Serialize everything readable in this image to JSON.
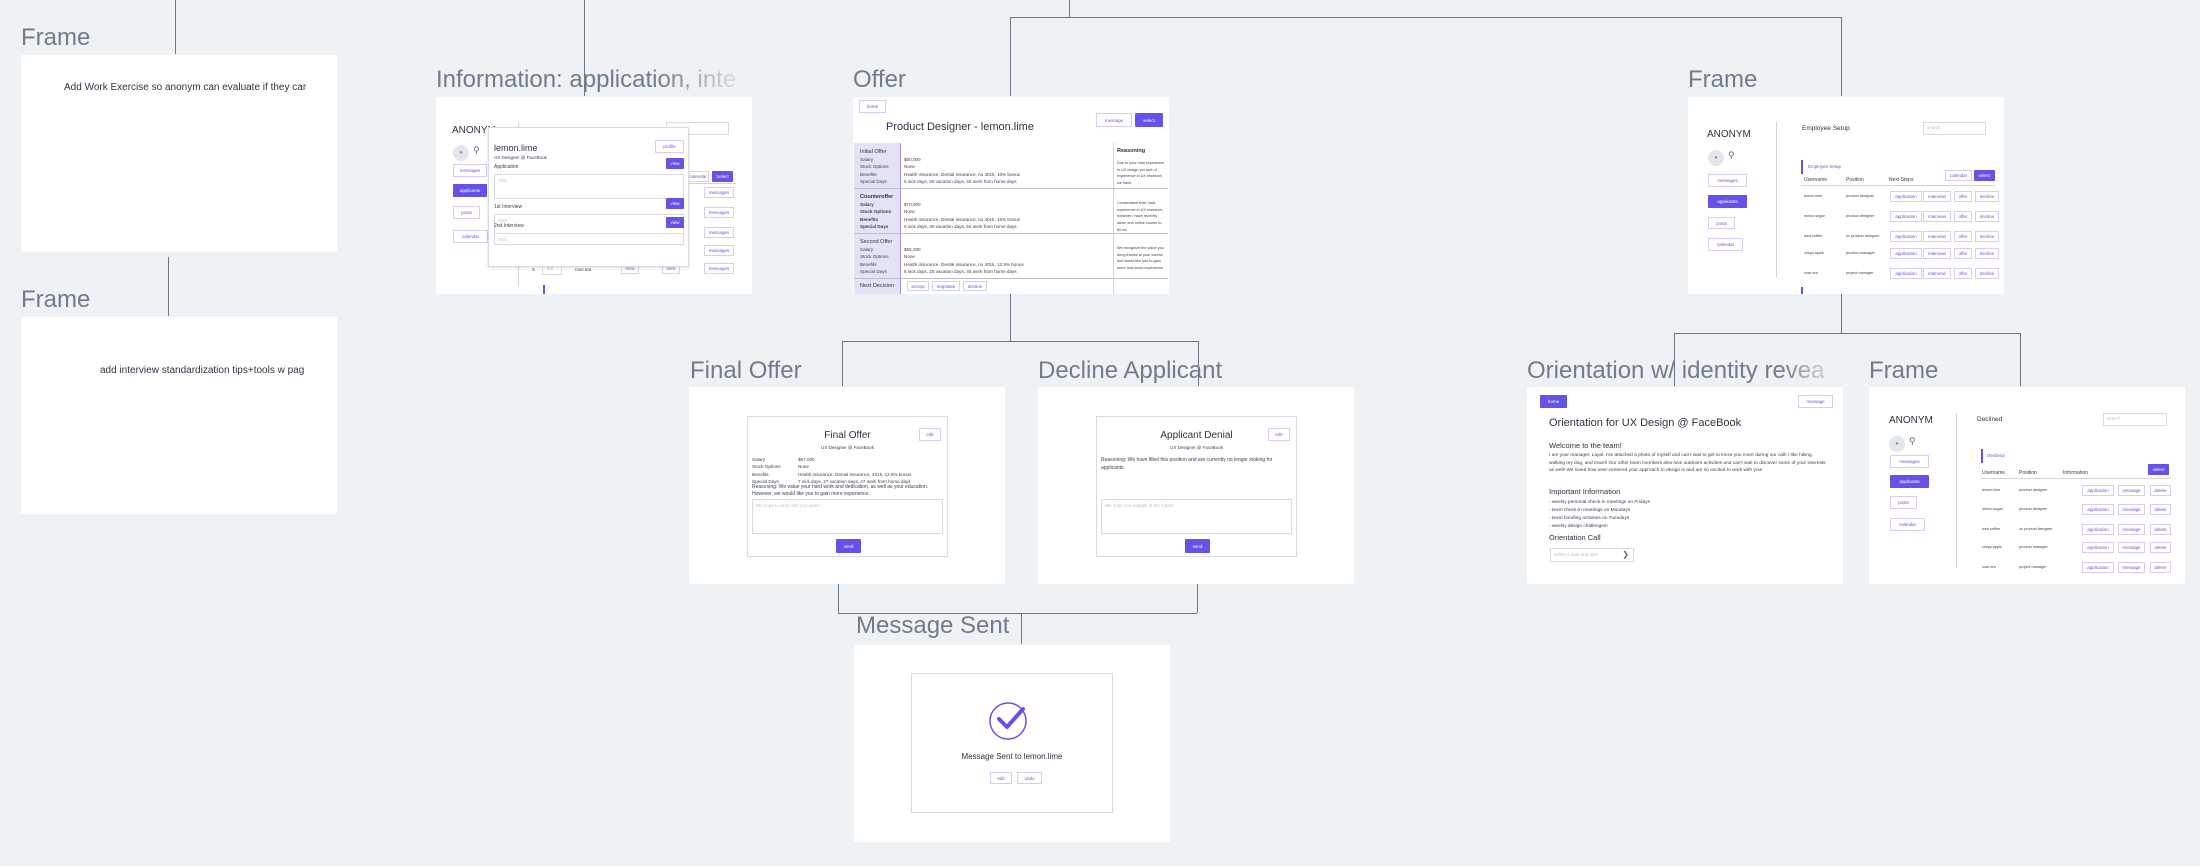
{
  "colors": {
    "accent": "#6453e6",
    "canvas": "#eff2f5",
    "frame_label": "#6e7c8c",
    "connector": "#6b7787"
  },
  "notes": [
    {
      "label": "Frame",
      "text": "Add Work Exercise so anonym can evaluate if they car"
    },
    {
      "label": "Frame",
      "text": "add interview standardization tips+tools w pag"
    }
  ],
  "info": {
    "label": "Information: application, inte",
    "brand": "ANONYM",
    "nav": [
      "messages",
      "applicants",
      "posts",
      "calendar"
    ],
    "calendar_btn": "calendar",
    "select_btn": "Select",
    "row_btn": "messages",
    "last_row": {
      "rank": "3",
      "score": "8.8",
      "user": "rose.tea",
      "link1": "here",
      "link2": "here"
    },
    "popup": {
      "name": "lemon.lime",
      "subtitle": "UX Designer @ FaceBook",
      "profile_btn": "profile",
      "sections": [
        {
          "label": "Application",
          "view": "view",
          "placeholder": "XXX"
        },
        {
          "label": "1st Interview",
          "view": "view",
          "placeholder": "XXX"
        },
        {
          "label": "2nd Interview",
          "view": "view",
          "placeholder": "XXX"
        }
      ]
    }
  },
  "offer": {
    "label": "Offer",
    "home_btn": "home",
    "message_btn": "message",
    "select_btn": "select",
    "title": "Product Designer - lemon.lime",
    "reasoning_title": "Reasoning",
    "field_labels": [
      "Salary",
      "Stock Options",
      "Benefits",
      "Special Days"
    ],
    "rows": [
      {
        "title": "Initial Offer",
        "values": [
          "$60,000",
          "None",
          "Health insurance, Dental insurance, no 401k, 10% bonus",
          "5 sick days, 20 vacation days, 40 work from home days"
        ],
        "reasoning": "Due to your vast experience in UX design yet lack of experience in UX research, we have"
      },
      {
        "title": "Counteroffer",
        "values": [
          "$70,000",
          "None",
          "Health insurance, Dental insurance, no 401k, 15% bonus",
          "5 sick days, 30 vacation days, 50 work from home days"
        ],
        "reasoning": "I understand that I lack experience in UX research, however I have recently taken and online course to fill my"
      },
      {
        "title": "Second Offer",
        "values": [
          "$65,000",
          "None",
          "Health insurance, Dental insurance, no 401k, 12.5% bonus",
          "5 sick days, 25 vacation days, 45 work from home days"
        ],
        "reasoning": "We recognize the value you bring thanks to your course and would like you to gain more real-world experience"
      }
    ],
    "next_decision": "Next Decision",
    "decisions": [
      "accept",
      "negotiate",
      "decline"
    ]
  },
  "employee_setup": {
    "label": "Frame",
    "brand": "ANONYM",
    "nav": [
      "messages",
      "applicants",
      "posts",
      "calendar"
    ],
    "title": "Employee Setup",
    "search_placeholder": "search",
    "section": "Employee Setup",
    "calendar_btn": "calendar",
    "select_btn": "select",
    "columns": [
      "Username",
      "Position",
      "Next Steps"
    ],
    "actions": [
      "application",
      "interview",
      "offer",
      "decline"
    ],
    "rows": [
      {
        "user": "lemon.lime",
        "position": "product designer"
      },
      {
        "user": "melon.sugar",
        "position": "product designer"
      },
      {
        "user": "iced.coffee",
        "position": "ux product designer"
      },
      {
        "user": "crispy.apple",
        "position": "product manager"
      },
      {
        "user": "rose.tea",
        "position": "project manager"
      }
    ]
  },
  "final_offer": {
    "label": "Final Offer",
    "title": "Final Offer",
    "subtitle": "UX Designer @ FaceBook",
    "edit_btn": "edit",
    "fields": [
      {
        "k": "Salary",
        "v": "$67,000"
      },
      {
        "k": "Stock Options",
        "v": "None"
      },
      {
        "k": "Benefits",
        "v": "Health insurance, Dental insurance, 401k, 12.5% bonus"
      },
      {
        "k": "Special Days",
        "v": "7 sick days, 27 vacation days, 47 work from home days"
      }
    ],
    "reasoning": "Reasoning: We value your hard work and dedication, as well as your education. However, we would like you to gain more experience.",
    "placeholder": "We hope to work with you soon!",
    "send_btn": "send"
  },
  "decline": {
    "label": "Decline Applicant",
    "title": "Applicant Denial",
    "subtitle": "UX Designer @ FaceBook",
    "edit_btn": "edit",
    "reasoning": "Reasoning: We have filled this position and are currently no longer looking for applicants.",
    "placeholder": "We hope you reapply in the future!",
    "send_btn": "send"
  },
  "orientation": {
    "label": "Orientation w/ identity revea",
    "home_btn": "home",
    "message_btn": "message",
    "title": "Orientation for UX Design @ FaceBook",
    "welcome": "Welcome to the team!",
    "welcome_text": "I am your manager, Layal. I've attached a photo of myself and can't wait to get to know you more during our call! I like hiking, walking my dog, and travel! Our other team members also love outdoors activities and can't wait to discover some of your interests as well! We loved how user-centered your approach to design is and are so excited to work with you!",
    "info_title": "Important Information",
    "info_items": [
      "- weekly personal check-in meetings on Fridays",
      "- team check-in meetings on Mondays",
      "- team bonding activities on Tuesdays",
      "- weekly design challenges!"
    ],
    "call_title": "Orientation Call",
    "call_placeholder": "select a date and time"
  },
  "declined": {
    "label": "Frame",
    "brand": "ANONYM",
    "nav": [
      "messages",
      "applicants",
      "posts",
      "calendar"
    ],
    "title": "Declined",
    "search_placeholder": "search",
    "section": "Declined",
    "select_btn": "select",
    "columns": [
      "Username",
      "Position",
      "Information"
    ],
    "actions": [
      "application",
      "message",
      "delete"
    ],
    "rows": [
      {
        "user": "lemon.lime",
        "position": "product designer"
      },
      {
        "user": "melon.sugar",
        "position": "product designer"
      },
      {
        "user": "iced.coffee",
        "position": "ux product designer"
      },
      {
        "user": "crispy.apple",
        "position": "product manager"
      },
      {
        "user": "rose.tea",
        "position": "project manager"
      }
    ]
  },
  "message_sent": {
    "label": "Message Sent",
    "text": "Message Sent to lemon.lime",
    "edit_btn": "edit",
    "undo_btn": "undo"
  }
}
